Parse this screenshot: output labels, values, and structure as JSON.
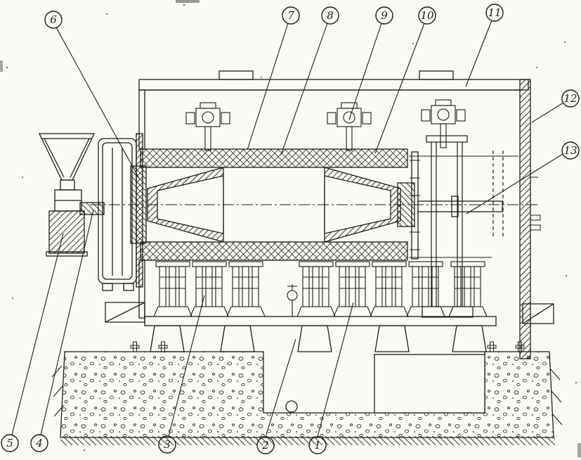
{
  "figure": {
    "type": "technical-sectional-drawing",
    "description_visible_text_only": true,
    "colors": {
      "ink": "#1c1c1c",
      "paper": "#fbfaf4"
    },
    "callouts": [
      {
        "label": "1"
      },
      {
        "label": "2"
      },
      {
        "label": "3"
      },
      {
        "label": "4"
      },
      {
        "label": "5"
      },
      {
        "label": "6"
      },
      {
        "label": "7"
      },
      {
        "label": "8"
      },
      {
        "label": "9"
      },
      {
        "label": "10"
      },
      {
        "label": "11"
      },
      {
        "label": "12"
      },
      {
        "label": "13"
      }
    ]
  }
}
